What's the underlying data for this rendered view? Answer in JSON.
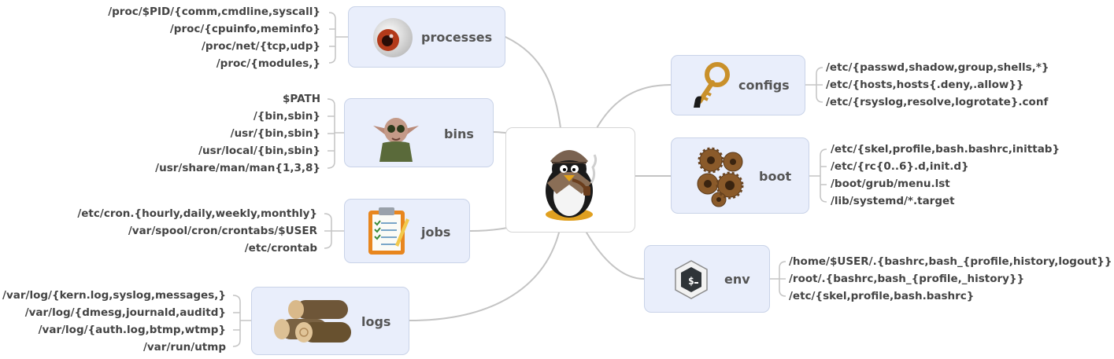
{
  "colors": {
    "node_fill": "#e9eefb",
    "node_border": "#c9d3e8",
    "connector": "#c4c4c4",
    "text": "#444444"
  },
  "central": {
    "icon": "tux-detective-penguin-icon"
  },
  "left": [
    {
      "title": "processes",
      "icon": "eyeball-icon",
      "leaves": [
        "/proc/$PID/{comm,cmdline,syscall}",
        "/proc/{cpuinfo,meminfo}",
        "/proc/net/{tcp,udp}",
        "/proc/{modules,}"
      ]
    },
    {
      "title": "bins",
      "icon": "house-elf-icon",
      "leaves": [
        "$PATH",
        "/{bin,sbin}",
        "/usr/{bin,sbin}",
        "/usr/local/{bin,sbin}",
        "/usr/share/man/man{1,3,8}"
      ]
    },
    {
      "title": "jobs",
      "icon": "clipboard-checklist-icon",
      "leaves": [
        "/etc/cron.{hourly,daily,weekly,monthly}",
        "/var/spool/cron/crontabs/$USER",
        "/etc/crontab"
      ]
    },
    {
      "title": "logs",
      "icon": "wood-logs-icon",
      "leaves": [
        "/var/log/{kern.log,syslog,messages,}",
        "/var/log/{dmesg,journald,auditd}",
        "/var/log/{auth.log,btmp,wtmp}",
        "/var/run/utmp"
      ]
    }
  ],
  "right": [
    {
      "title": "configs",
      "icon": "golden-key-icon",
      "leaves": [
        "/etc/{passwd,shadow,group,shells,*}",
        "/etc/{hosts,hosts{.deny,.allow}}",
        "/etc/{rsyslog,resolve,logrotate}.conf"
      ]
    },
    {
      "title": "boot",
      "icon": "gears-icon",
      "leaves": [
        "/etc/{skel,profile,bash.bashrc,inittab}",
        "/etc/{rc{0..6}.d,init.d}",
        "/boot/grub/menu.lst",
        "/lib/systemd/*.target"
      ]
    },
    {
      "title": "env",
      "icon": "bash-terminal-icon",
      "leaves": [
        "/home/$USER/.{bashrc,bash_{profile,history,logout}}",
        "/root/.{bashrc,bash_{profile,_history}}",
        "/etc/{skel,profile,bash.bashrc}"
      ]
    }
  ]
}
